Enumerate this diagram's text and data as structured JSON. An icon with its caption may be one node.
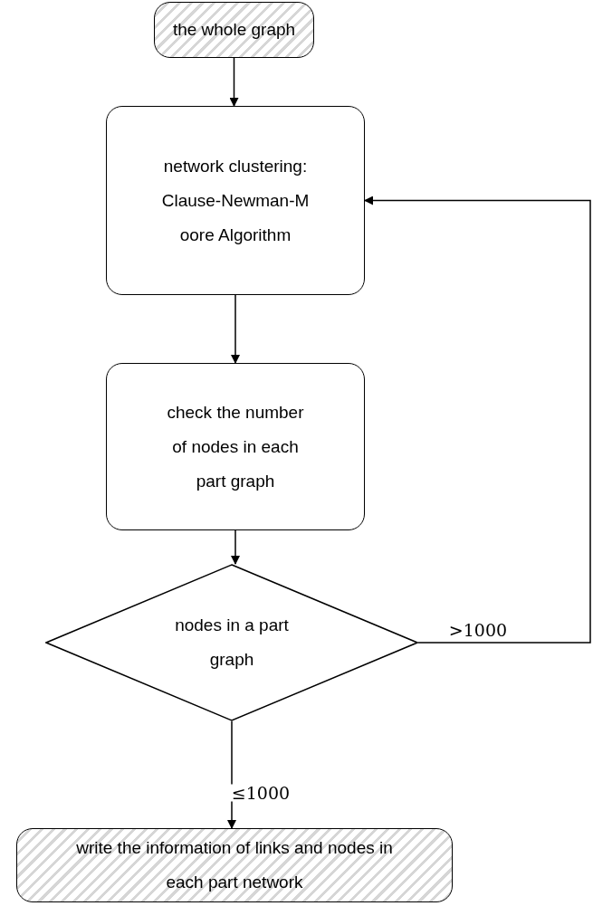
{
  "diagram": {
    "nodes": [
      {
        "text": [
          "the whole graph"
        ]
      },
      {
        "text": [
          "network clustering: Clause-Newman-M oore Algorithm"
        ]
      },
      {
        "text": [
          "check the number of nodes in each part graph"
        ]
      },
      {
        "text": [
          "nodes in a part graph"
        ]
      },
      {
        "text": [
          "write the information of links and nodes in each part network"
        ]
      }
    ],
    "edges": [
      {
        "from": 0,
        "to": 1,
        "arrow": "to"
      },
      {
        "from": 1,
        "to": 2,
        "arrow": "to"
      },
      {
        "from": 2,
        "to": 3,
        "arrow": "to"
      },
      {
        "from": 3,
        "to": 4,
        "arrow": "to",
        "label": "≤1000"
      },
      {
        "from": 3,
        "to": 1,
        "arrow": "to",
        "label": ">1000"
      }
    ]
  }
}
